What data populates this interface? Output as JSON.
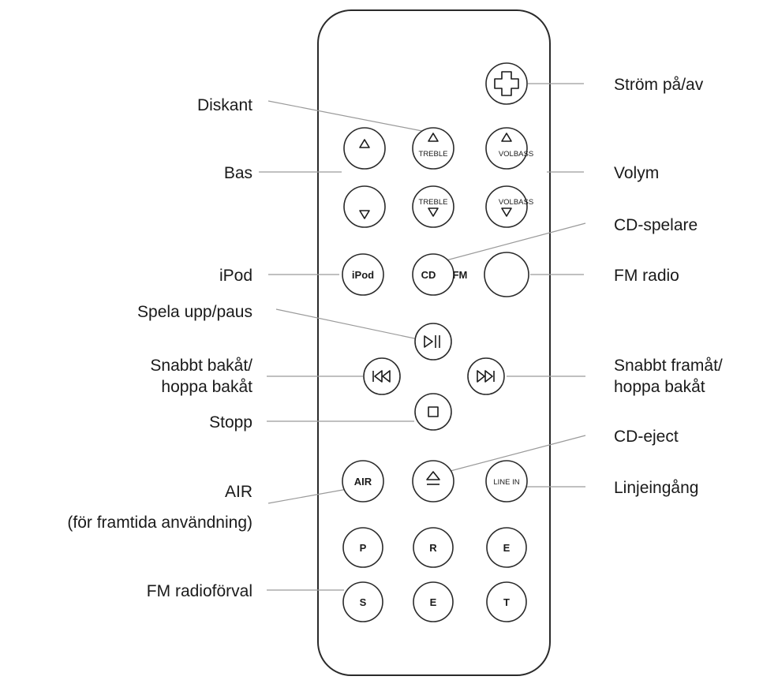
{
  "remote": {
    "buttons": {
      "bass_up": "",
      "treble_up": "TREBLE",
      "volbass_up": "VOLBASS",
      "bass_down": "",
      "treble_down": "TREBLE",
      "volbass_down": "VOLBASS",
      "ipod": "iPod",
      "cd": "CD",
      "fm": "FM",
      "air": "AIR",
      "line_in": "LINE IN",
      "preset_p": "P",
      "preset_r1": "R",
      "preset_e1": "E",
      "preset_s": "S",
      "preset_e2": "E",
      "preset_t": "T"
    }
  },
  "callouts": {
    "diskant": "Diskant",
    "strom": "Ström på/av",
    "bas": "Bas",
    "volym": "Volym",
    "cd_spelare": "CD-spelare",
    "ipod": "iPod",
    "fm_radio": "FM radio",
    "spela": "Spela upp/paus",
    "bakat_1": "Snabbt bakåt/",
    "bakat_2": "hoppa bakåt",
    "framat_1": "Snabbt framåt/",
    "framat_2": "hoppa bakåt",
    "stopp": "Stopp",
    "cd_eject": "CD-eject",
    "air_1": "AIR",
    "air_2": "(för framtida användning)",
    "linje": "Linjeingång",
    "fm_preset": "FM radioförval"
  },
  "icons": {
    "power": "power-cross-icon",
    "up": "triangle-up-icon",
    "down": "triangle-down-icon",
    "play_pause": "play-pause-icon",
    "rewind": "rewind-icon",
    "forward": "fast-forward-icon",
    "stop": "stop-icon",
    "eject": "eject-icon"
  }
}
